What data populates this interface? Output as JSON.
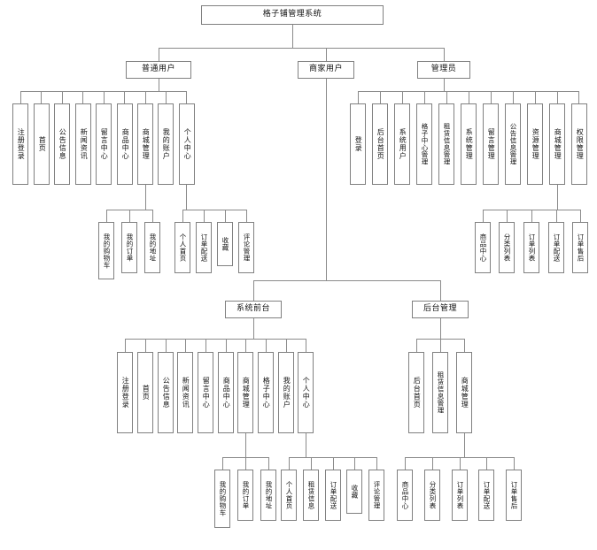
{
  "diagram": {
    "type": "tree",
    "title": "格子铺管理系统",
    "root": "格子铺管理系统",
    "levels": {
      "root": "格子铺管理系统",
      "actors": [
        "普通用户",
        "商家用户",
        "管理员"
      ]
    },
    "regular_user": {
      "label": "普通用户",
      "items": [
        "注册登录",
        "首页",
        "公告信息",
        "新闻资讯",
        "留言中心",
        "商品中心",
        "商城管理",
        "我的账户",
        "个人中心"
      ],
      "mall_children": [
        "我的购物车",
        "我的订单",
        "我的地址"
      ],
      "personal_children": [
        "个人首页",
        "订单配送",
        "收藏",
        "评论管理"
      ]
    },
    "merchant_user": {
      "label": "商家用户",
      "branches": [
        "系统前台",
        "后台管理"
      ],
      "frontend": {
        "label": "系统前台",
        "items": [
          "注册登录",
          "首页",
          "公告信息",
          "新闻资讯",
          "留言中心",
          "商品中心",
          "商城管理",
          "格子中心",
          "我的账户",
          "个人中心"
        ],
        "mall_children": [
          "我的购物车",
          "我的订单",
          "我的地址"
        ],
        "personal_children": [
          "个人首页",
          "租赁信息",
          "订单配送",
          "收藏",
          "评论管理"
        ]
      },
      "backend": {
        "label": "后台管理",
        "items": [
          "后台首页",
          "租赁信息管理",
          "商城管理"
        ],
        "mall_children": [
          "商品中心",
          "分类列表",
          "订单列表",
          "订单配送",
          "订单售后"
        ]
      }
    },
    "administrator": {
      "label": "管理员",
      "items": [
        "登录",
        "后台首页",
        "系统用户",
        "格子中心管理",
        "租赁信息管理",
        "系统管理",
        "留言管理",
        "公告信息管理",
        "资源管理",
        "商城管理",
        "权限管理"
      ],
      "mall_children": [
        "商品中心",
        "分类列表",
        "订单列表",
        "订单配送",
        "订单售后"
      ]
    }
  }
}
